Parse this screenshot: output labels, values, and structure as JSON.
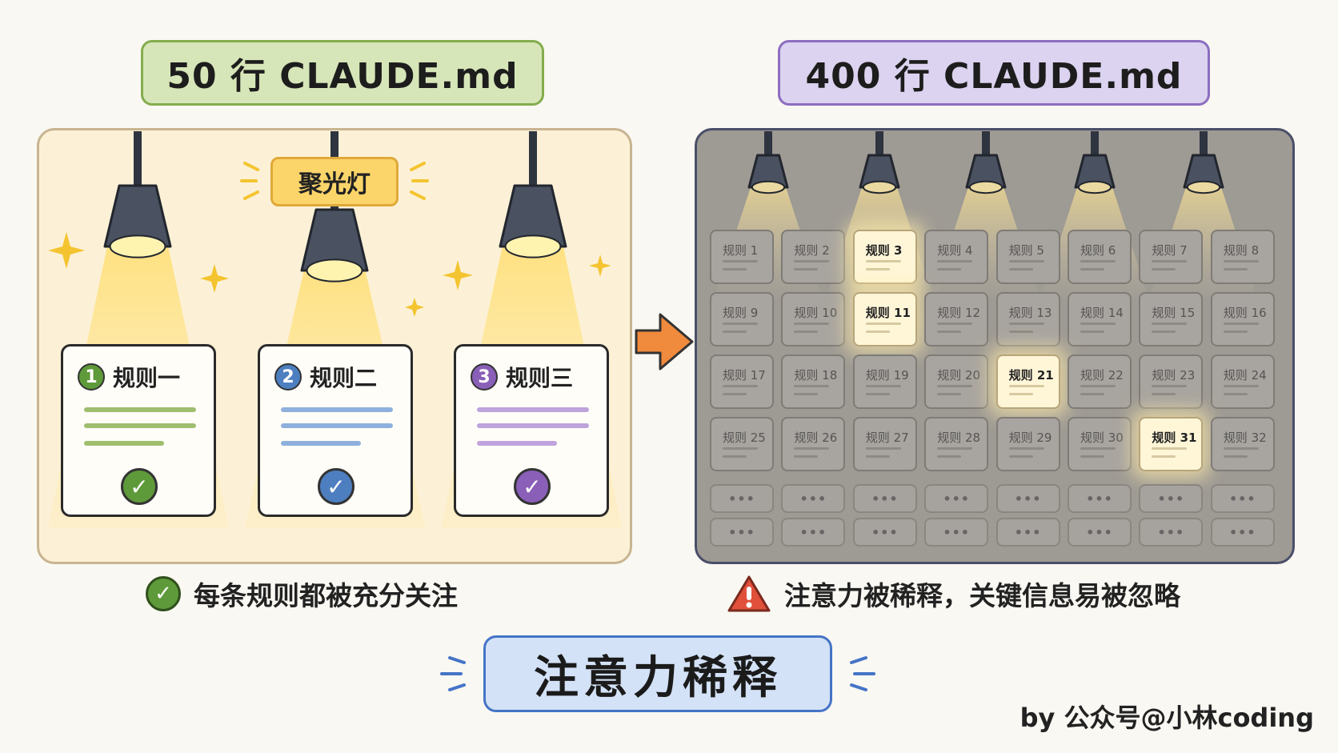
{
  "left": {
    "title": "50 行 CLAUDE.md",
    "spotlight_tag": "聚光灯",
    "rules": [
      {
        "num": "1",
        "label": "规则一",
        "color": "#5f9a3a",
        "line_color": "#9fbe6e"
      },
      {
        "num": "2",
        "label": "规则二",
        "color": "#4d7fc0",
        "line_color": "#8fb0dc"
      },
      {
        "num": "3",
        "label": "规则三",
        "color": "#8a5fb8",
        "line_color": "#bea3dc"
      }
    ],
    "check_symbol": "✓",
    "caption": "每条规则都被充分关注"
  },
  "right": {
    "title": "400 行 CLAUDE.md",
    "rule_prefix": "规则",
    "rule_count": 32,
    "highlighted_rules": [
      3,
      11,
      21,
      31
    ],
    "ellipsis": "•••",
    "caption": "注意力被稀释，关键信息易被忽略"
  },
  "main_title": "注意力稀释",
  "author": "by 公众号@小林coding",
  "colors": {
    "green_accent": "#84ac4e",
    "purple_accent": "#8b6ec0",
    "blue_accent": "#4574c7",
    "spot_yellow": "#fcd56a",
    "arrow_orange": "#f08a3c",
    "warn_red": "#e0503a"
  }
}
